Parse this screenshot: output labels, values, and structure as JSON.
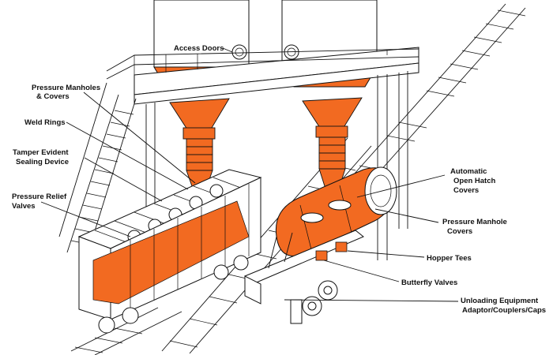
{
  "colors": {
    "accent": "#f26a21",
    "ink": "#111111",
    "background": "#ffffff"
  },
  "labels": {
    "access_doors": "Access Doors",
    "pressure_manholes_1": "Pressure Manholes",
    "pressure_manholes_2": "& Covers",
    "weld_rings": "Weld Rings",
    "tamper_1": "Tamper Evident",
    "tamper_2": "Sealing Device",
    "relief_1": "Pressure Relief",
    "relief_2": "Valves",
    "hatch_1": "Automatic",
    "hatch_2": "Open Hatch",
    "hatch_3": "Covers",
    "manhole_1": "Pressure Manhole",
    "manhole_2": "Covers",
    "hopper_tees": "Hopper Tees",
    "butterfly": "Butterfly Valves",
    "unloading_1": "Unloading Equipment",
    "unloading_2": "Adaptor/Couplers/Caps"
  }
}
